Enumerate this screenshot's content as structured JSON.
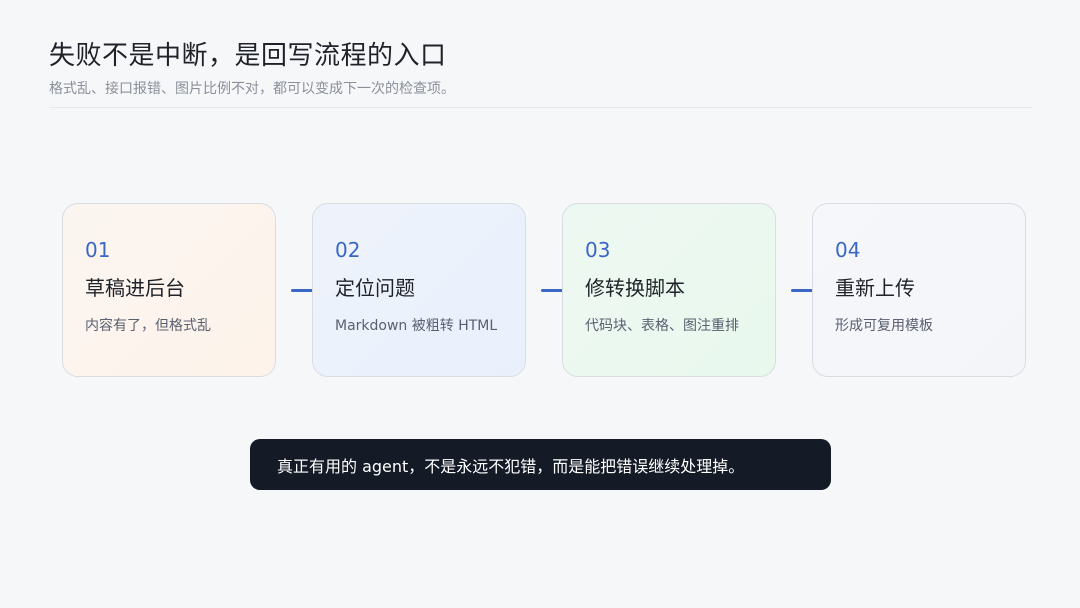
{
  "header": {
    "title": "失败不是中断，是回写流程的入口",
    "subtitle": "格式乱、接口报错、图片比例不对，都可以变成下一次的检查项。"
  },
  "steps": [
    {
      "num": "01",
      "name": "草稿进后台",
      "desc": "内容有了，但格式乱"
    },
    {
      "num": "02",
      "name": "定位问题",
      "desc": "Markdown 被粗转 HTML"
    },
    {
      "num": "03",
      "name": "修转换脚本",
      "desc": "代码块、表格、图注重排"
    },
    {
      "num": "04",
      "name": "重新上传",
      "desc": "形成可复用模板"
    }
  ],
  "banner": {
    "text": "真正有用的 agent，不是永远不犯错，而是能把错误继续处理掉。"
  },
  "colors": {
    "accent": "#3a66c4",
    "banner_bg": "#141a26"
  }
}
